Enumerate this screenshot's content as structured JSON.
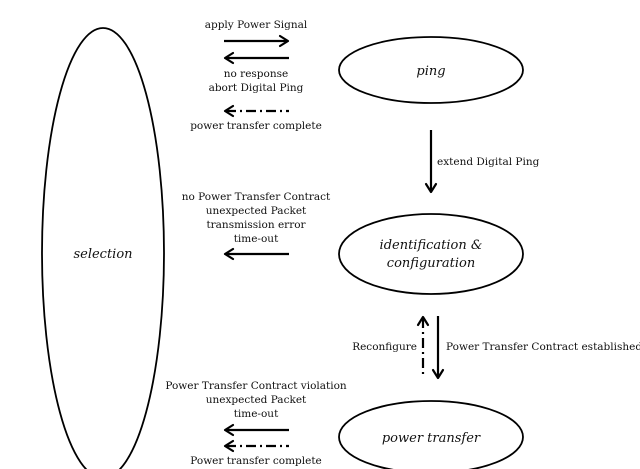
{
  "states": {
    "selection": "selection",
    "ping": "ping",
    "identification_line1": "identification &",
    "identification_line2": "configuration",
    "power_transfer": "power transfer"
  },
  "edges": {
    "apply_power_signal": "apply Power Signal",
    "no_response": "no response",
    "abort_digital_ping": "abort Digital Ping",
    "power_transfer_complete_top": "power transfer complete",
    "extend_digital_ping": "extend Digital Ping",
    "no_contract": "no Power Transfer Contract",
    "unexpected_packet_mid": "unexpected Packet",
    "transmission_error": "transmission error",
    "timeout_mid": "time-out",
    "reconfigure": "Reconfigure",
    "contract_established": "Power Transfer Contract established",
    "contract_violation": "Power Transfer Contract violation",
    "unexpected_packet_bottom": "unexpected Packet",
    "timeout_bottom": "time-out",
    "power_transfer_complete_bottom": "Power transfer complete"
  }
}
